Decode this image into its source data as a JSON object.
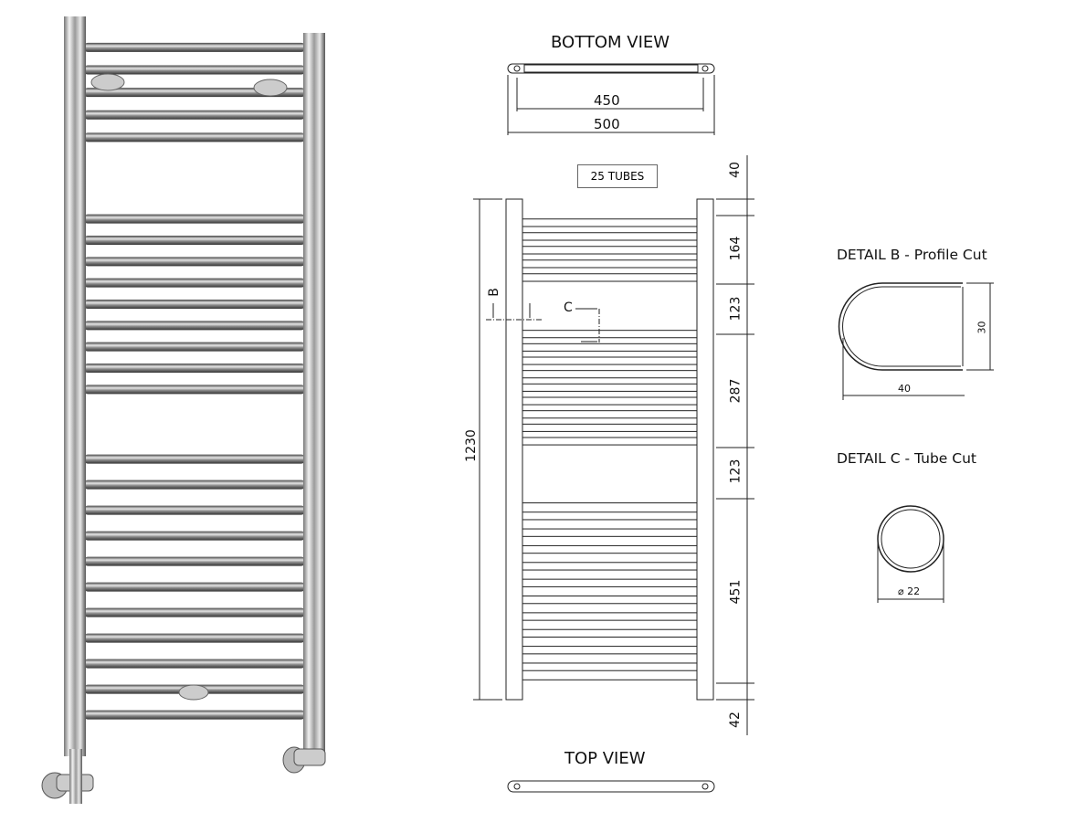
{
  "views": {
    "bottom_view": "BOTTOM VIEW",
    "top_view": "TOP VIEW"
  },
  "tube_count_label": "25 TUBES",
  "dimensions": {
    "width_centers": "450",
    "width_total": "500",
    "height_total": "1230",
    "top_offset": "40",
    "group1": "164",
    "gap1": "123",
    "group2": "287",
    "gap2": "123",
    "group3": "451",
    "bottom_offset": "42"
  },
  "section_marks": {
    "b": "B",
    "c": "C"
  },
  "details": {
    "b_title": "DETAIL B - Profile Cut",
    "b_width": "40",
    "b_height": "30",
    "c_title": "DETAIL C - Tube Cut",
    "c_diameter": "⌀ 22"
  },
  "tube_groups": [
    5,
    9,
    11
  ]
}
